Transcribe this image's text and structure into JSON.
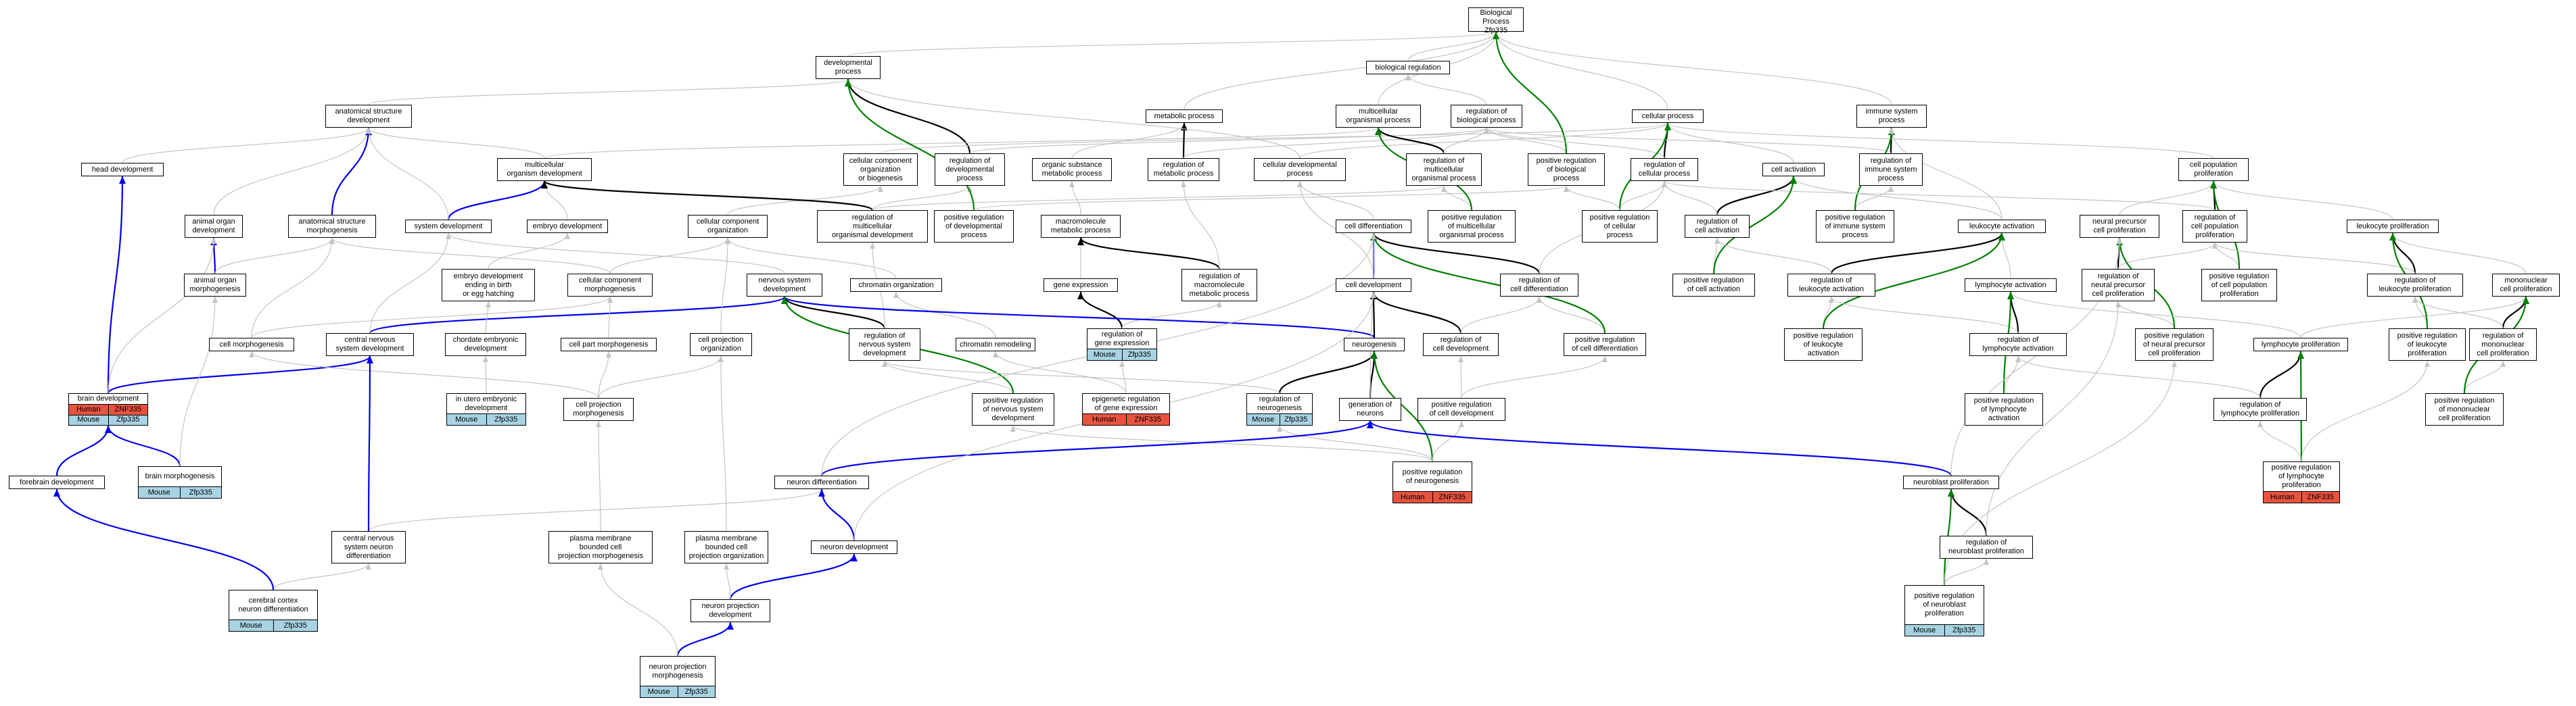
{
  "colors": {
    "is_a": "#c4c4c4",
    "part_of": "#0000ee",
    "regulates": "#000000",
    "positively_regulates": "#008000",
    "human": "#e8523f",
    "mouse": "#a7d3e3"
  },
  "nodes": [
    {
      "id": "bp",
      "label": "Biological Process\nZfp335"
    },
    {
      "id": "devproc",
      "label": "developmental\nprocess"
    },
    {
      "id": "biolreg",
      "label": "biological regulation"
    },
    {
      "id": "asd",
      "label": "anatomical structure\ndevelopment"
    },
    {
      "id": "metproc",
      "label": "metabolic process"
    },
    {
      "id": "mop",
      "label": "multicellular\norganismal process"
    },
    {
      "id": "regbp",
      "label": "regulation of\nbiological process"
    },
    {
      "id": "cellproc",
      "label": "cellular process"
    },
    {
      "id": "isp",
      "label": "immune system\nprocess"
    },
    {
      "id": "headdev",
      "label": "head development"
    },
    {
      "id": "mod",
      "label": "multicellular\norganism development"
    },
    {
      "id": "ccob",
      "label": "cellular component\norganization\nor biogenesis"
    },
    {
      "id": "regdevproc",
      "label": "regulation of\ndevelopmental\nprocess"
    },
    {
      "id": "osmp",
      "label": "organic substance\nmetabolic process"
    },
    {
      "id": "regmetproc",
      "label": "regulation of\nmetabolic process"
    },
    {
      "id": "celldevproc",
      "label": "cellular developmental\nprocess"
    },
    {
      "id": "regmop",
      "label": "regulation of\nmulticellular\norganismal process"
    },
    {
      "id": "posregbp",
      "label": "positive regulation\nof biological\nprocess"
    },
    {
      "id": "regcellproc",
      "label": "regulation of\ncellular process"
    },
    {
      "id": "cellact",
      "label": "cell activation"
    },
    {
      "id": "regisp",
      "label": "regulation of\nimmune system\nprocess"
    },
    {
      "id": "cellpopprolif",
      "label": "cell population\nproliferation"
    },
    {
      "id": "aod",
      "label": "animal organ\ndevelopment"
    },
    {
      "id": "asm",
      "label": "anatomical structure\nmorphogenesis"
    },
    {
      "id": "sysdev",
      "label": "system development"
    },
    {
      "id": "embdev",
      "label": "embryo development"
    },
    {
      "id": "cco",
      "label": "cellular component\norganization"
    },
    {
      "id": "regmod",
      "label": "regulation of\nmulticellular\norganismal development"
    },
    {
      "id": "posregdevproc",
      "label": "positive regulation\nof developmental\nprocess"
    },
    {
      "id": "macromet",
      "label": "macromolecule\nmetabolic process"
    },
    {
      "id": "celldiff",
      "label": "cell differentiation"
    },
    {
      "id": "posregmop",
      "label": "positive regulation\nof multicellular\norganismal process"
    },
    {
      "id": "posregcellproc",
      "label": "positive regulation\nof cellular\nprocess"
    },
    {
      "id": "regcellact",
      "label": "regulation of\ncell activation"
    },
    {
      "id": "posregisp",
      "label": "positive regulation\nof immune system\nprocess"
    },
    {
      "id": "leukact",
      "label": "leukocyte activation"
    },
    {
      "id": "npcp",
      "label": "neural precursor\ncell proliferation"
    },
    {
      "id": "regcpp",
      "label": "regulation of\ncell population\nproliferation"
    },
    {
      "id": "leukprolif",
      "label": "leukocyte proliferation"
    },
    {
      "id": "aom",
      "label": "animal organ\nmorphogenesis"
    },
    {
      "id": "edbirth",
      "label": "embryo development\nending in birth\nor egg hatching"
    },
    {
      "id": "ccm",
      "label": "cellular component\nmorphogenesis"
    },
    {
      "id": "nsd",
      "label": "nervous system\ndevelopment"
    },
    {
      "id": "chromorg",
      "label": "chromatin organization"
    },
    {
      "id": "geneexp",
      "label": "gene expression"
    },
    {
      "id": "regmacromet",
      "label": "regulation of\nmacromolecule\nmetabolic process"
    },
    {
      "id": "celldev",
      "label": "cell development"
    },
    {
      "id": "regcelldiff",
      "label": "regulation of\ncell differentiation"
    },
    {
      "id": "posregcellact",
      "label": "positive regulation\nof cell activation"
    },
    {
      "id": "regleukact",
      "label": "regulation of\nleukocyte activation"
    },
    {
      "id": "lymphact",
      "label": "lymphocyte activation"
    },
    {
      "id": "regnpcp",
      "label": "regulation of\nneural precursor\ncell proliferation"
    },
    {
      "id": "posregcpp",
      "label": "positive regulation\nof cell population\nproliferation"
    },
    {
      "id": "regleukprolif",
      "label": "regulation of\nleukocyte proliferation"
    },
    {
      "id": "mncp",
      "label": "mononuclear\ncell proliferation"
    },
    {
      "id": "cellmorph",
      "label": "cell morphogenesis"
    },
    {
      "id": "cnsd",
      "label": "central nervous\nsystem development"
    },
    {
      "id": "chordemb",
      "label": "chordate embryonic\ndevelopment"
    },
    {
      "id": "cpm",
      "label": "cell part morphogenesis"
    },
    {
      "id": "cpo",
      "label": "cell projection\norganization"
    },
    {
      "id": "regnsd",
      "label": "regulation of\nnervous system\ndevelopment"
    },
    {
      "id": "chromrem",
      "label": "chromatin remodeling"
    },
    {
      "id": "reggeneexp",
      "label": "regulation of\ngene expression",
      "species": {
        "name": "Mouse",
        "gene": "Zfp335"
      }
    },
    {
      "id": "neurogenesis",
      "label": "neurogenesis"
    },
    {
      "id": "regcelldev",
      "label": "regulation of\ncell development"
    },
    {
      "id": "posregcelldiff",
      "label": "positive regulation\nof cell differentiation"
    },
    {
      "id": "posregleukact",
      "label": "positive regulation\nof leukocyte\nactivation"
    },
    {
      "id": "reglymphact",
      "label": "regulation of\nlymphocyte activation"
    },
    {
      "id": "posregnpcp",
      "label": "positive regulation\nof neural precursor\ncell proliferation"
    },
    {
      "id": "lymphprolif",
      "label": "lymphocyte proliferation"
    },
    {
      "id": "posregleukprolif",
      "label": "positive regulation\nof leukocyte\nproliferation"
    },
    {
      "id": "regmncp",
      "label": "regulation of\nmononuclear\ncell proliferation"
    },
    {
      "id": "braindev",
      "label": "brain development",
      "species": {
        "name": "Human",
        "gene": "ZNF335"
      },
      "species2": {
        "name": "Mouse",
        "gene": "Zfp335"
      }
    },
    {
      "id": "inutero",
      "label": "in utero embryonic\ndevelopment",
      "species": {
        "name": "Mouse",
        "gene": "Zfp335"
      }
    },
    {
      "id": "cpmorph",
      "label": "cell projection\nmorphogenesis"
    },
    {
      "id": "posregnsd",
      "label": "positive regulation\nof nervous system\ndevelopment"
    },
    {
      "id": "epireg",
      "label": "epigenetic regulation\nof gene expression",
      "species": {
        "name": "Human",
        "gene": "ZNF335"
      }
    },
    {
      "id": "regneurogen",
      "label": "regulation of\nneurogenesis",
      "species": {
        "name": "Mouse",
        "gene": "Zfp335"
      }
    },
    {
      "id": "genneur",
      "label": "generation of\nneurons"
    },
    {
      "id": "posregcelldev",
      "label": "positive regulation\nof cell development"
    },
    {
      "id": "posreglymphact",
      "label": "positive regulation\nof lymphocyte\nactivation"
    },
    {
      "id": "reglymphprolif",
      "label": "regulation of\nlymphocyte proliferation"
    },
    {
      "id": "posregmncp",
      "label": "positive regulation\nof mononuclear\ncell proliferation"
    },
    {
      "id": "brainmorph",
      "label": "brain morphogenesis",
      "species": {
        "name": "Mouse",
        "gene": "Zfp335"
      }
    },
    {
      "id": "forebrain",
      "label": "forebrain development"
    },
    {
      "id": "posregneurogen",
      "label": "positive regulation\nof neurogenesis",
      "species": {
        "name": "Human",
        "gene": "ZNF335"
      }
    },
    {
      "id": "posreglymphprolif",
      "label": "positive regulation\nof lymphocyte\nproliferation",
      "species": {
        "name": "Human",
        "gene": "ZNF335"
      }
    },
    {
      "id": "neurdiff",
      "label": "neuron differentiation"
    },
    {
      "id": "neuroblastprolif",
      "label": "neuroblast proliferation"
    },
    {
      "id": "cnsnd",
      "label": "central nervous\nsystem neuron\ndifferentiation"
    },
    {
      "id": "pmbcpm",
      "label": "plasma membrane\nbounded cell\nprojection morphogenesis"
    },
    {
      "id": "pmbcpo",
      "label": "plasma membrane\nbounded cell\nprojection organization"
    },
    {
      "id": "neurdev",
      "label": "neuron development"
    },
    {
      "id": "regneuroblast",
      "label": "regulation of\nneuroblast proliferation"
    },
    {
      "id": "cortex",
      "label": "cerebral cortex\nneuron differentiation",
      "species": {
        "name": "Mouse",
        "gene": "Zfp335"
      }
    },
    {
      "id": "npd",
      "label": "neuron projection\ndevelopment"
    },
    {
      "id": "posregneuroblast",
      "label": "positive regulation\nof neuroblast\nproliferation",
      "species": {
        "name": "Mouse",
        "gene": "Zfp335"
      }
    },
    {
      "id": "npm",
      "label": "neuron projection\nmorphogenesis",
      "species": {
        "name": "Mouse",
        "gene": "Zfp335"
      }
    }
  ]
}
